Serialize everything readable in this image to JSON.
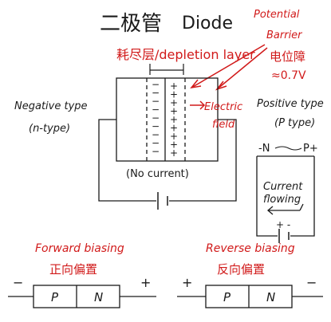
{
  "colors": {
    "ink": "#1a1a1a",
    "red": "#d11a1a"
  },
  "title": {
    "chinese": "二极管",
    "english": "Diode"
  },
  "potential_barrier": {
    "line1": "Potential",
    "line2": "Barrier",
    "chinese": "电位障",
    "value": "≈0.7V"
  },
  "depletion_layer": {
    "label": "耗尽层/depletion layer"
  },
  "junction": {
    "minus_signs": [
      "−",
      "−",
      "−",
      "−",
      "−",
      "−",
      "−",
      "−",
      "−"
    ],
    "plus_signs": [
      "+",
      "+",
      "+",
      "+",
      "+",
      "+",
      "+",
      "+",
      "+"
    ],
    "electric_field_line1": "Electric",
    "electric_field_line2": "field",
    "no_current": "(No current)"
  },
  "negative_side": {
    "line1": "Negative type",
    "line2": "(n-type)"
  },
  "positive_side": {
    "line1": "Positive type",
    "line2": "(P type)"
  },
  "current_box": {
    "minus_n": "-N",
    "plus_p": "P+",
    "current_line1": "Current",
    "current_line2": "flowing",
    "battery_signs": "+ -"
  },
  "forward_bias": {
    "english": "Forward biasing",
    "chinese": "正向偏置",
    "left_sign": "−",
    "right_sign": "+",
    "p_label": "P",
    "n_label": "N"
  },
  "reverse_bias": {
    "english": "Reverse biasing",
    "chinese": "反向偏置",
    "left_sign": "+",
    "right_sign": "−",
    "p_label": "P",
    "n_label": "N"
  }
}
